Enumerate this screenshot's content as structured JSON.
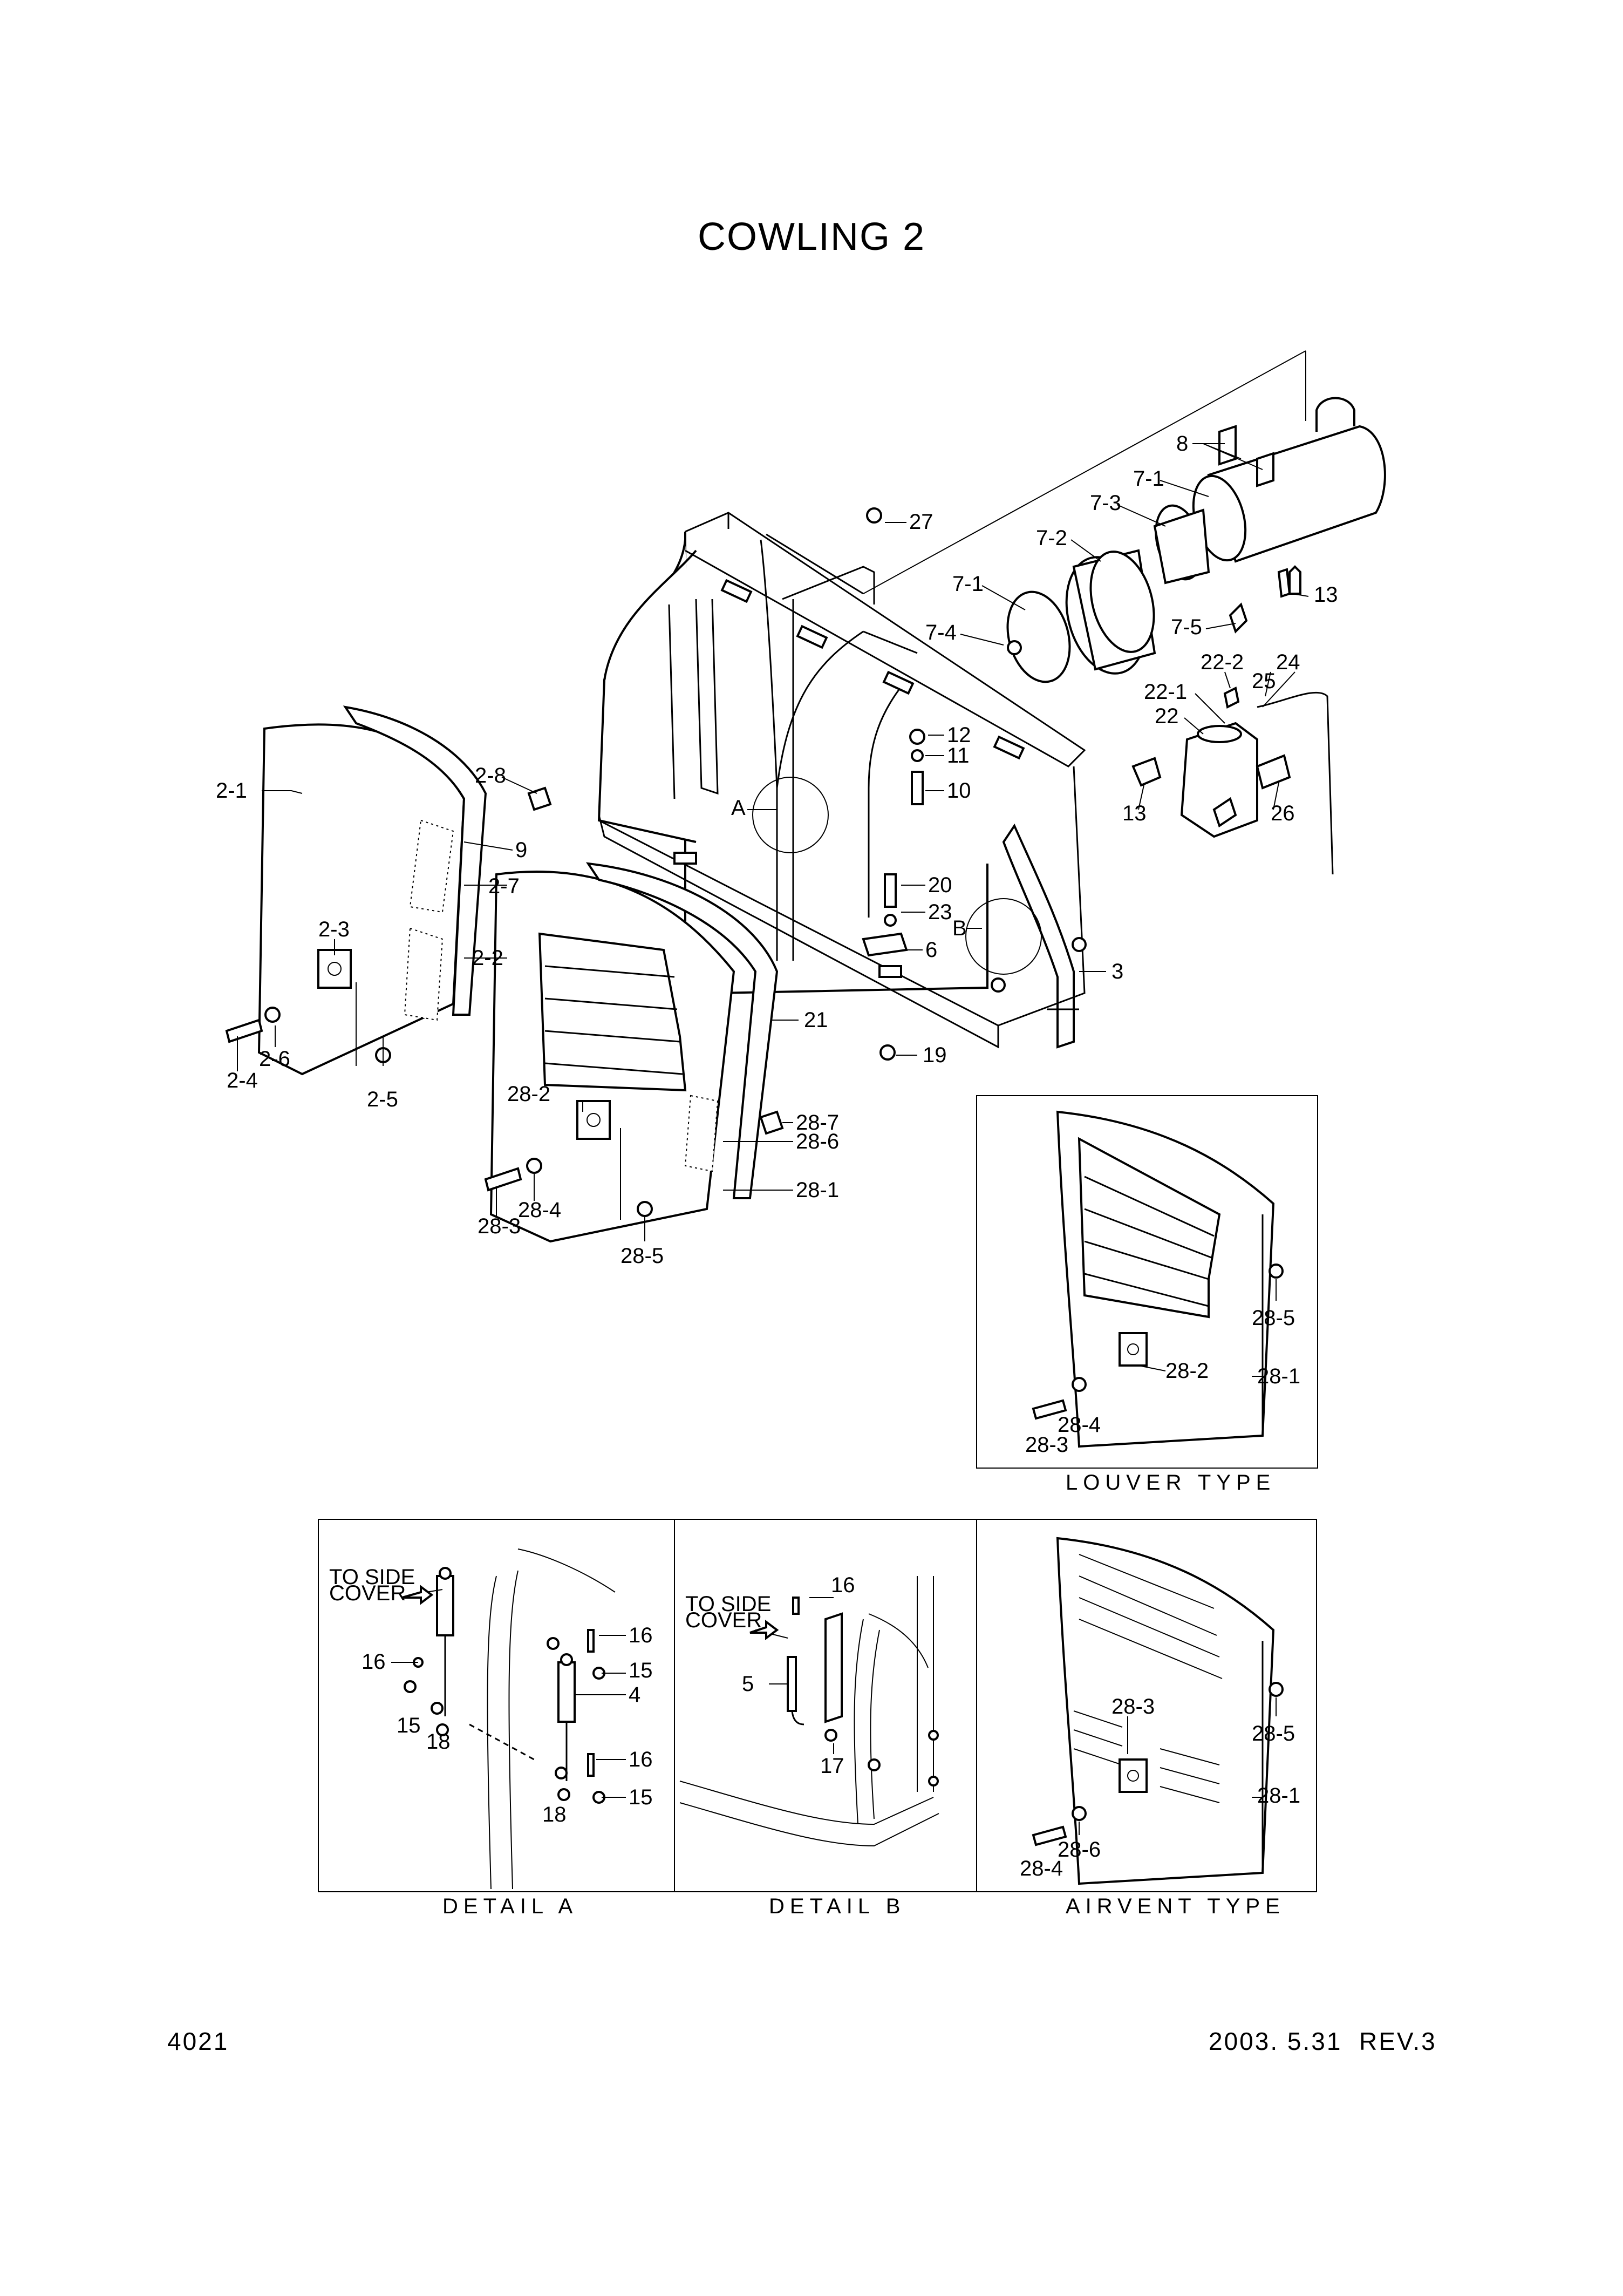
{
  "title": "COWLING 2",
  "page_number": "4021",
  "revision": "2003. 5.31  REV.3",
  "captions": {
    "louver": "LOUVER TYPE",
    "detail_a": "DETAIL   A",
    "detail_b": "DETAIL   B",
    "airvent": "AIRVENT TYPE"
  },
  "main_labels": {
    "l8": "8",
    "l7_1a": "7-1",
    "l7_3": "7-3",
    "l7_2": "7-2",
    "l7_1b": "7-1",
    "l7_4": "7-4",
    "l7_5": "7-5",
    "l13a": "13",
    "l27": "27",
    "l22_2": "22-2",
    "l24": "24",
    "l25": "25",
    "l22_1": "22-1",
    "l22": "22",
    "l13b": "13",
    "l26": "26",
    "l12": "12",
    "l11": "11",
    "l10": "10",
    "l2_1": "2-1",
    "l2_8": "2-8",
    "l9": "9",
    "l2_7": "2-7",
    "lA": "A",
    "l20": "20",
    "l23": "23",
    "lB": "B",
    "l6": "6",
    "l3": "3",
    "l2_3": "2-3",
    "l2_2": "2-2",
    "l21": "21",
    "l19": "19",
    "l2_6": "2-6",
    "l2_4": "2-4",
    "l2_5": "2-5",
    "l28_2": "28-2",
    "l28_7": "28-7",
    "l28_6": "28-6",
    "l28_1": "28-1",
    "l28_4": "28-4",
    "l28_3": "28-3",
    "l28_5": "28-5"
  },
  "louver_labels": {
    "l28_5": "28-5",
    "l28_2": "28-2",
    "l28_1": "28-1",
    "l28_4": "28-4",
    "l28_3": "28-3"
  },
  "detail_a_labels": {
    "to_side_1": "TO SIDE",
    "to_side_2": "COVER",
    "l16a": "16",
    "l16b": "16",
    "l15a": "15",
    "l15b": "15",
    "l18a": "18",
    "l4": "4",
    "l16c": "16",
    "l15c": "15",
    "l18b": "18"
  },
  "detail_b_labels": {
    "to_side_1": "TO SIDE",
    "to_side_2": "COVER",
    "l16": "16",
    "l5": "5",
    "l17": "17"
  },
  "airvent_labels": {
    "l28_3": "28-3",
    "l28_5": "28-5",
    "l28_1": "28-1",
    "l28_6": "28-6",
    "l28_4": "28-4"
  }
}
